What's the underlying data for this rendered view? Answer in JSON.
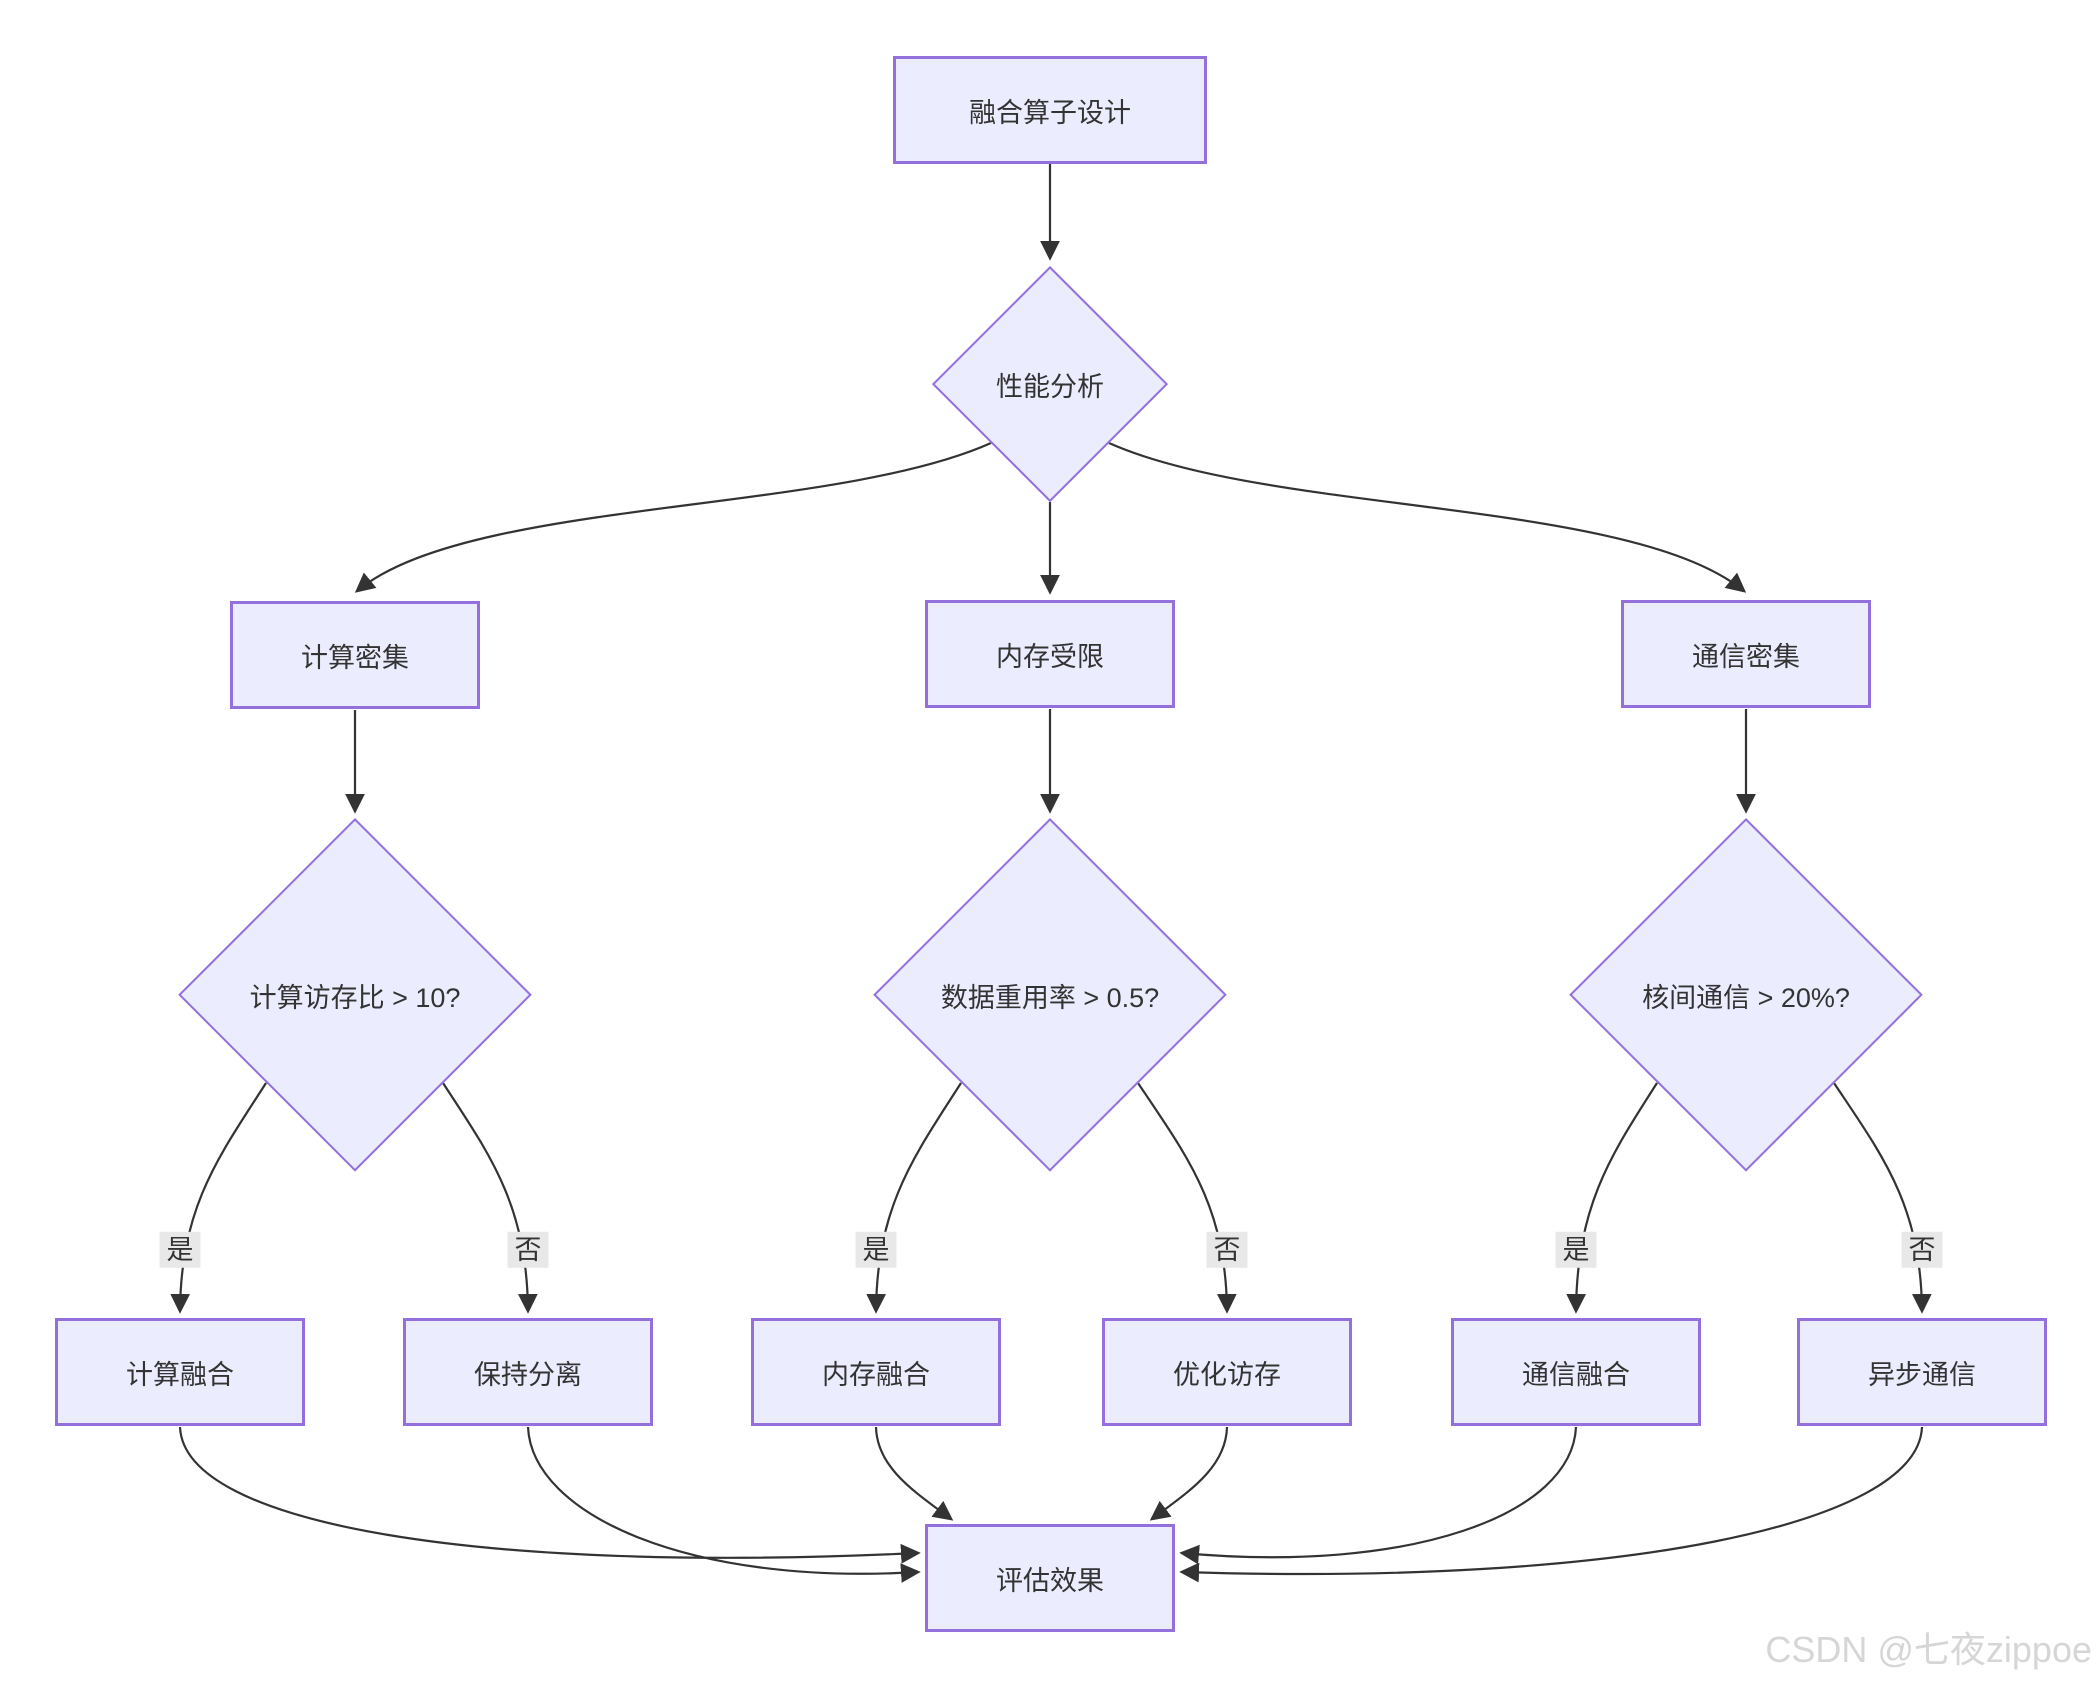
{
  "diagram": {
    "nodes": {
      "root": {
        "label": "融合算子设计",
        "shape": "rect"
      },
      "perf": {
        "label": "性能分析",
        "shape": "diamond"
      },
      "compute": {
        "label": "计算密集",
        "shape": "rect"
      },
      "memory": {
        "label": "内存受限",
        "shape": "rect"
      },
      "comm": {
        "label": "通信密集",
        "shape": "rect"
      },
      "q_compute": {
        "label": "计算访存比 > 10?",
        "shape": "diamond"
      },
      "q_memory": {
        "label": "数据重用率 > 0.5?",
        "shape": "diamond"
      },
      "q_comm": {
        "label": "核间通信 > 20%?",
        "shape": "diamond"
      },
      "fuse_compute": {
        "label": "计算融合",
        "shape": "rect"
      },
      "keep_separate": {
        "label": "保持分离",
        "shape": "rect"
      },
      "fuse_memory": {
        "label": "内存融合",
        "shape": "rect"
      },
      "optimize_access": {
        "label": "优化访存",
        "shape": "rect"
      },
      "fuse_comm": {
        "label": "通信融合",
        "shape": "rect"
      },
      "async_comm": {
        "label": "异步通信",
        "shape": "rect"
      },
      "evaluate": {
        "label": "评估效果",
        "shape": "rect"
      }
    },
    "edge_labels": {
      "yes": "是",
      "no": "否"
    },
    "colors": {
      "node_fill": "#ECECFF",
      "node_border": "#9370DB",
      "edge_stroke": "#333333",
      "edge_label_bg": "#e8e8e8",
      "text": "#333333"
    }
  },
  "watermark": {
    "text": "CSDN @七夜zippoe",
    "color": "#d6d6d6"
  }
}
